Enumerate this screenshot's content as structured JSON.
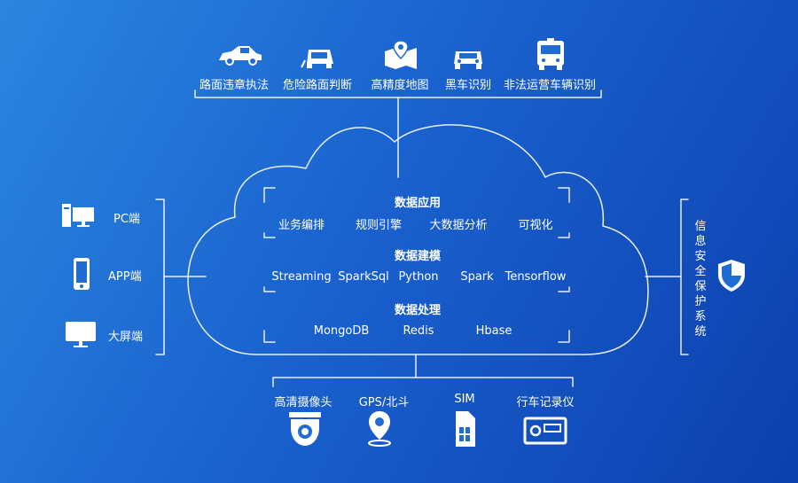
{
  "top_apps": [
    {
      "label": "路面违章执法",
      "icon": "car-side-icon"
    },
    {
      "label": "危险路面判断",
      "icon": "car-hazard-icon"
    },
    {
      "label": "高精度地图",
      "icon": "map-pin-icon"
    },
    {
      "label": "黑车识别",
      "icon": "car-front-icon"
    },
    {
      "label": "非法运营车辆识别",
      "icon": "bus-icon"
    }
  ],
  "layers": [
    {
      "title": "数据应用",
      "items": [
        "业务编排",
        "规则引擎",
        "大数据分析",
        "可视化"
      ]
    },
    {
      "title": "数据建模",
      "items": [
        "Streaming",
        "SparkSql",
        "Python",
        "Spark",
        "Tensorflow"
      ]
    },
    {
      "title": "数据处理",
      "items": [
        "MongoDB",
        "Redis",
        "Hbase"
      ]
    }
  ],
  "clients": [
    {
      "label": "PC端",
      "icon": "desktop-computer-icon"
    },
    {
      "label": "APP端",
      "icon": "smartphone-icon"
    },
    {
      "label": "大屏端",
      "icon": "monitor-icon"
    }
  ],
  "security": {
    "label": "信息安全保护系统",
    "icon": "shield-icon"
  },
  "devices": [
    {
      "label": "高清摄像头",
      "icon": "dome-camera-icon"
    },
    {
      "label": "GPS/北斗",
      "icon": "location-pin-icon"
    },
    {
      "label": "SIM",
      "icon": "sim-card-icon"
    },
    {
      "label": "行车记录仪",
      "icon": "dashcam-icon"
    }
  ]
}
